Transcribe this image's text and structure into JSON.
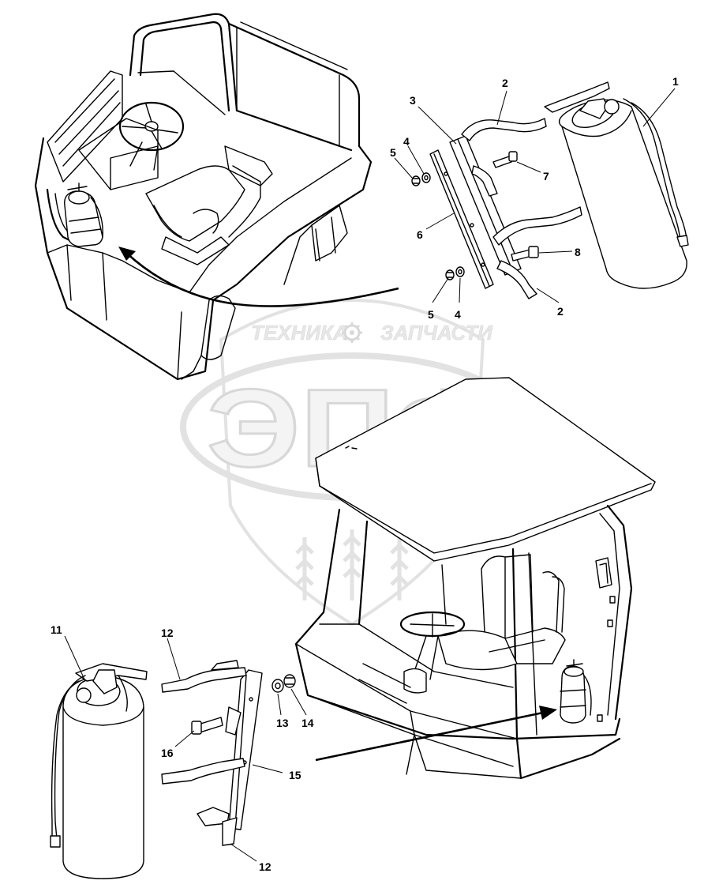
{
  "watermark": {
    "text_left": "ТЕХНИКА",
    "text_right": "ЗАПЧАСТИ",
    "logo": "ЭПФ",
    "gear_icon": "gear-icon"
  },
  "callouts": {
    "c1": "1",
    "c2a": "2",
    "c2b": "2",
    "c3": "3",
    "c4a": "4",
    "c4b": "4",
    "c5a": "5",
    "c5b": "5",
    "c6": "6",
    "c7": "7",
    "c8": "8",
    "c11": "11",
    "c12a": "12",
    "c12b": "12",
    "c13": "13",
    "c14": "14",
    "c15": "15",
    "c16": "16"
  }
}
